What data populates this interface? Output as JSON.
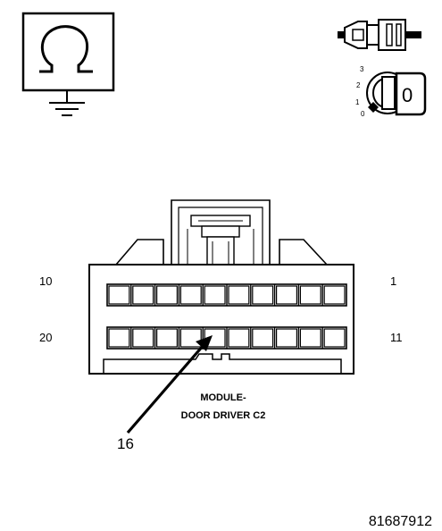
{
  "colors": {
    "ink": "#000000",
    "paper": "#ffffff"
  },
  "icons": {
    "ohmmeter": "ohm-symbol-with-ground-icon",
    "connector_side": "connector-side-view-icon",
    "ignition_key": "ignition-key-switch-icon"
  },
  "ignition": {
    "positions": [
      "3",
      "2",
      "1",
      "0"
    ],
    "current": "0"
  },
  "connector": {
    "pin_labels": {
      "top_left": "10",
      "top_right": "1",
      "bottom_left": "20",
      "bottom_right": "11"
    },
    "cavities_per_row": 10,
    "rows": 2,
    "title_line1": "MODULE-",
    "title_line2": "DOOR DRIVER C2",
    "callout_pin": "16"
  },
  "figure_id": "81687912"
}
